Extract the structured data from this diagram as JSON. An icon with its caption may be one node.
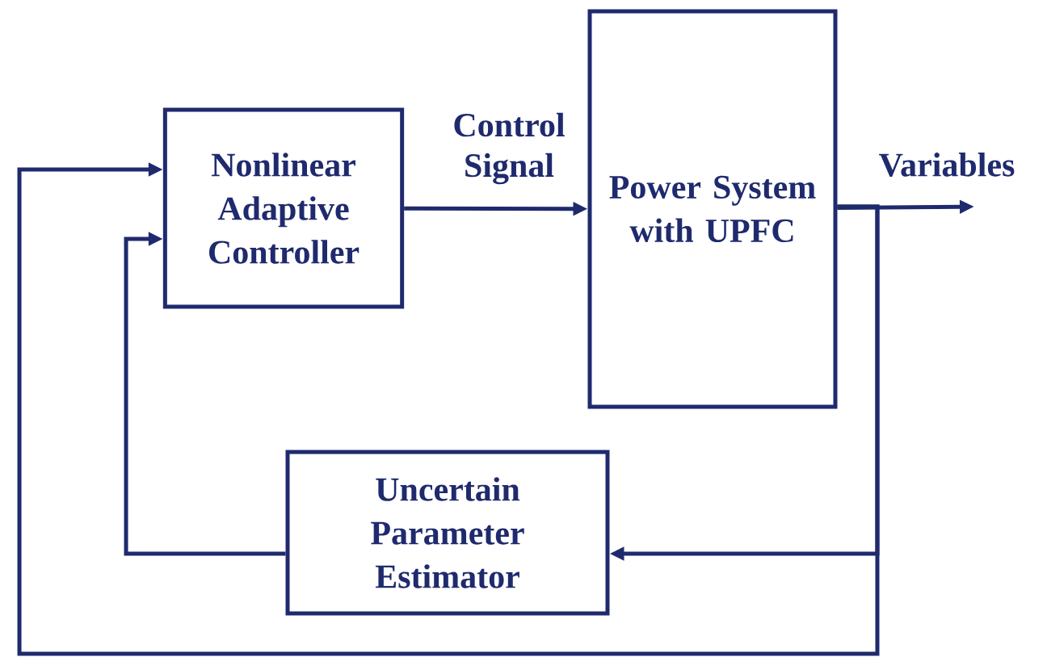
{
  "diagram": {
    "nodes": [
      {
        "text": [
          "Nonlinear Adaptive Controller"
        ]
      },
      {
        "text": [
          "Power System with UPFC"
        ]
      },
      {
        "text": [
          "Uncertain Parameter Estimator"
        ]
      }
    ],
    "edges": [
      {
        "from": 0,
        "to": 1,
        "arrow": "to",
        "label": "Control Signal"
      },
      {
        "from": 1,
        "to": null,
        "arrow": "to",
        "label": "Variables"
      },
      {
        "from": 1,
        "to": 2,
        "arrow": "to"
      },
      {
        "from": 1,
        "to": 0,
        "arrow": "to"
      },
      {
        "from": 2,
        "to": 0,
        "arrow": "to"
      }
    ]
  }
}
